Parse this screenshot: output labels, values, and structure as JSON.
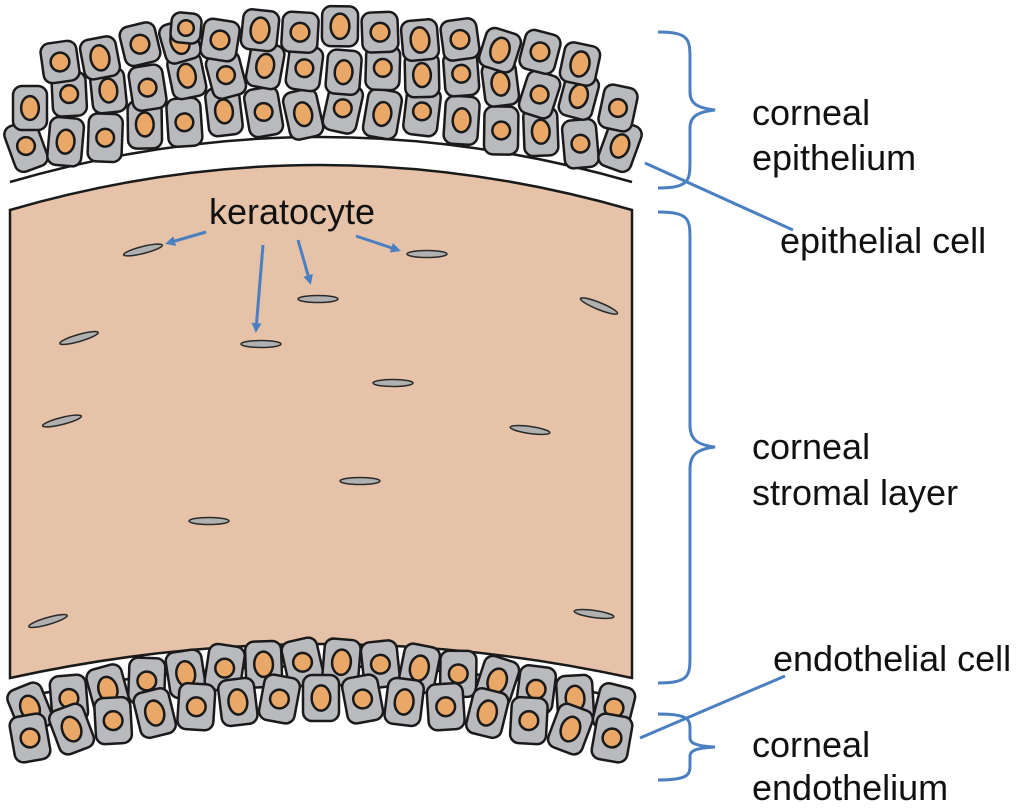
{
  "labels": {
    "keratocyte": "keratocyte",
    "epithelium_line1": "corneal",
    "epithelium_line2": "epithelium",
    "epithelial_cell": "epithelial cell",
    "stroma_line1": "corneal",
    "stroma_line2": "stromal layer",
    "endothelial_cell": "endothelial cell",
    "endothelium_line1": "corneal",
    "endothelium_line2": "endothelium"
  },
  "colors": {
    "stroma": "#e6c3a8",
    "cell": "#b9babe",
    "nucleus": "#e9a768",
    "keratocyte": "#b0b0b0",
    "annotation": "#4a7fc1",
    "outline": "#1a1a1a"
  }
}
